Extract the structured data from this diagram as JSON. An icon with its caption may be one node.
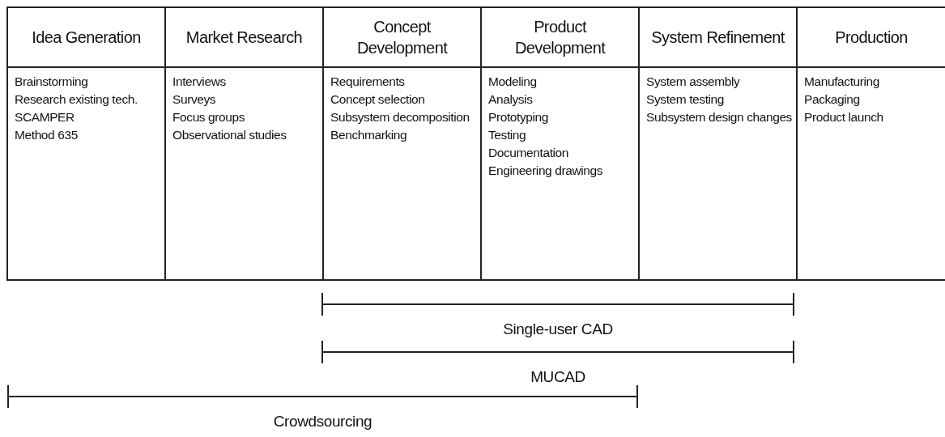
{
  "diagram": {
    "nodes": [
      {
        "text": [
          "Idea Generation",
          "Brainstorming",
          "Research existing tech.",
          "SCAMPER",
          "Method 635"
        ]
      },
      {
        "text": [
          "Market Research",
          "Interviews",
          "Surveys",
          "Focus groups",
          "Observational studies"
        ]
      },
      {
        "text": [
          "Concept Development",
          "Requirements",
          "Concept selection",
          "Subsystem decomposition",
          "Benchmarking"
        ]
      },
      {
        "text": [
          "Product Development",
          "Modeling",
          "Analysis",
          "Prototyping",
          "Testing",
          "Documentation",
          "Engineering drawings"
        ]
      },
      {
        "text": [
          "System Refinement",
          "System assembly",
          "System testing",
          "Subsystem design changes"
        ]
      },
      {
        "text": [
          "Production",
          "Manufacturing",
          "Packaging",
          "Product launch"
        ]
      }
    ],
    "edges": [],
    "labels": [
      "Single-user CAD",
      "MUCAD",
      "Crowdsourcing"
    ]
  }
}
